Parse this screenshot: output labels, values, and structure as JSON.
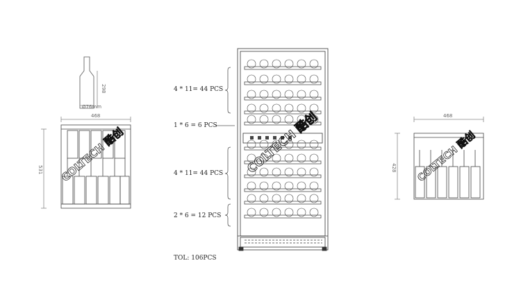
{
  "capacity_labels": {
    "upper_zone": "4 * 11= 44 PCS",
    "middle_shelf": "1 * 6 = 6 PCS",
    "lower_zone": "4 * 11= 44 PCS",
    "bottom_shelf": "2 * 6 = 12 PCS",
    "total": "TOL: 106PCS"
  },
  "bottle_dims": {
    "height": "298",
    "diameter": "Ø76mm"
  },
  "left_view_dims": {
    "width": "468",
    "height": "531"
  },
  "right_view_dims": {
    "width": "468",
    "height": "428"
  },
  "watermark": "COLTECH 酷创",
  "colors": {
    "line": "#333333",
    "dim_line": "#777777",
    "watermark": "#111111"
  }
}
